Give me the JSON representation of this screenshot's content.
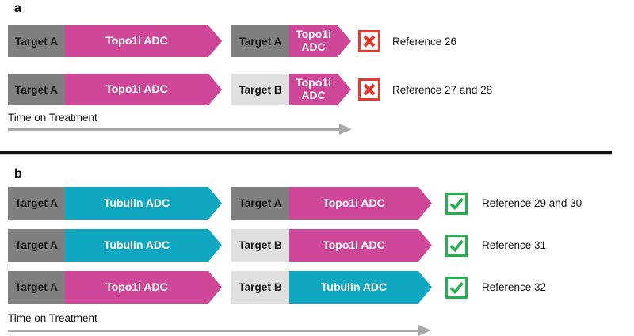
{
  "colors": {
    "target_dark": "#7F7F7F",
    "target_light": "#E0E0E0",
    "topo1i_magenta": "#CE4799",
    "tubulin_teal": "#10A7C0",
    "fail_red": "#E23B30",
    "pass_green": "#23B14D",
    "timeline_gray": "#A9A9A9"
  },
  "icons": {
    "fail": "x-in-box-icon",
    "pass": "check-in-box-icon"
  },
  "panel_a": {
    "label": "a",
    "timeline_label": "Time on Treatment",
    "rows": [
      {
        "first": {
          "target": "Target A",
          "target_color": "#7F7F7F",
          "adc": "Topo1i ADC",
          "adc_color": "#CE4799"
        },
        "second": {
          "target": "Target A",
          "target_color": "#7F7F7F",
          "adc": "Topo1i ADC",
          "adc_color": "#CE4799"
        },
        "outcome": "fail",
        "reference": "Reference 26"
      },
      {
        "first": {
          "target": "Target A",
          "target_color": "#7F7F7F",
          "adc": "Topo1i ADC",
          "adc_color": "#CE4799"
        },
        "second": {
          "target": "Target B",
          "target_color": "#E0E0E0",
          "adc": "Topo1i ADC",
          "adc_color": "#CE4799"
        },
        "outcome": "fail",
        "reference": "Reference 27 and 28"
      }
    ]
  },
  "panel_b": {
    "label": "b",
    "timeline_label": "Time on Treatment",
    "rows": [
      {
        "first": {
          "target": "Target A",
          "target_color": "#7F7F7F",
          "adc": "Tubulin ADC",
          "adc_color": "#10A7C0"
        },
        "second": {
          "target": "Target A",
          "target_color": "#7F7F7F",
          "adc": "Topo1i ADC",
          "adc_color": "#CE4799"
        },
        "outcome": "pass",
        "reference": "Reference 29 and 30"
      },
      {
        "first": {
          "target": "Target A",
          "target_color": "#7F7F7F",
          "adc": "Tubulin ADC",
          "adc_color": "#10A7C0"
        },
        "second": {
          "target": "Target B",
          "target_color": "#E0E0E0",
          "adc": "Topo1i ADC",
          "adc_color": "#CE4799"
        },
        "outcome": "pass",
        "reference": "Reference 31"
      },
      {
        "first": {
          "target": "Target A",
          "target_color": "#7F7F7F",
          "adc": "Topo1i ADC",
          "adc_color": "#CE4799"
        },
        "second": {
          "target": "Target B",
          "target_color": "#E0E0E0",
          "adc": "Tubulin ADC",
          "adc_color": "#10A7C0"
        },
        "outcome": "pass",
        "reference": "Reference 32"
      }
    ]
  }
}
